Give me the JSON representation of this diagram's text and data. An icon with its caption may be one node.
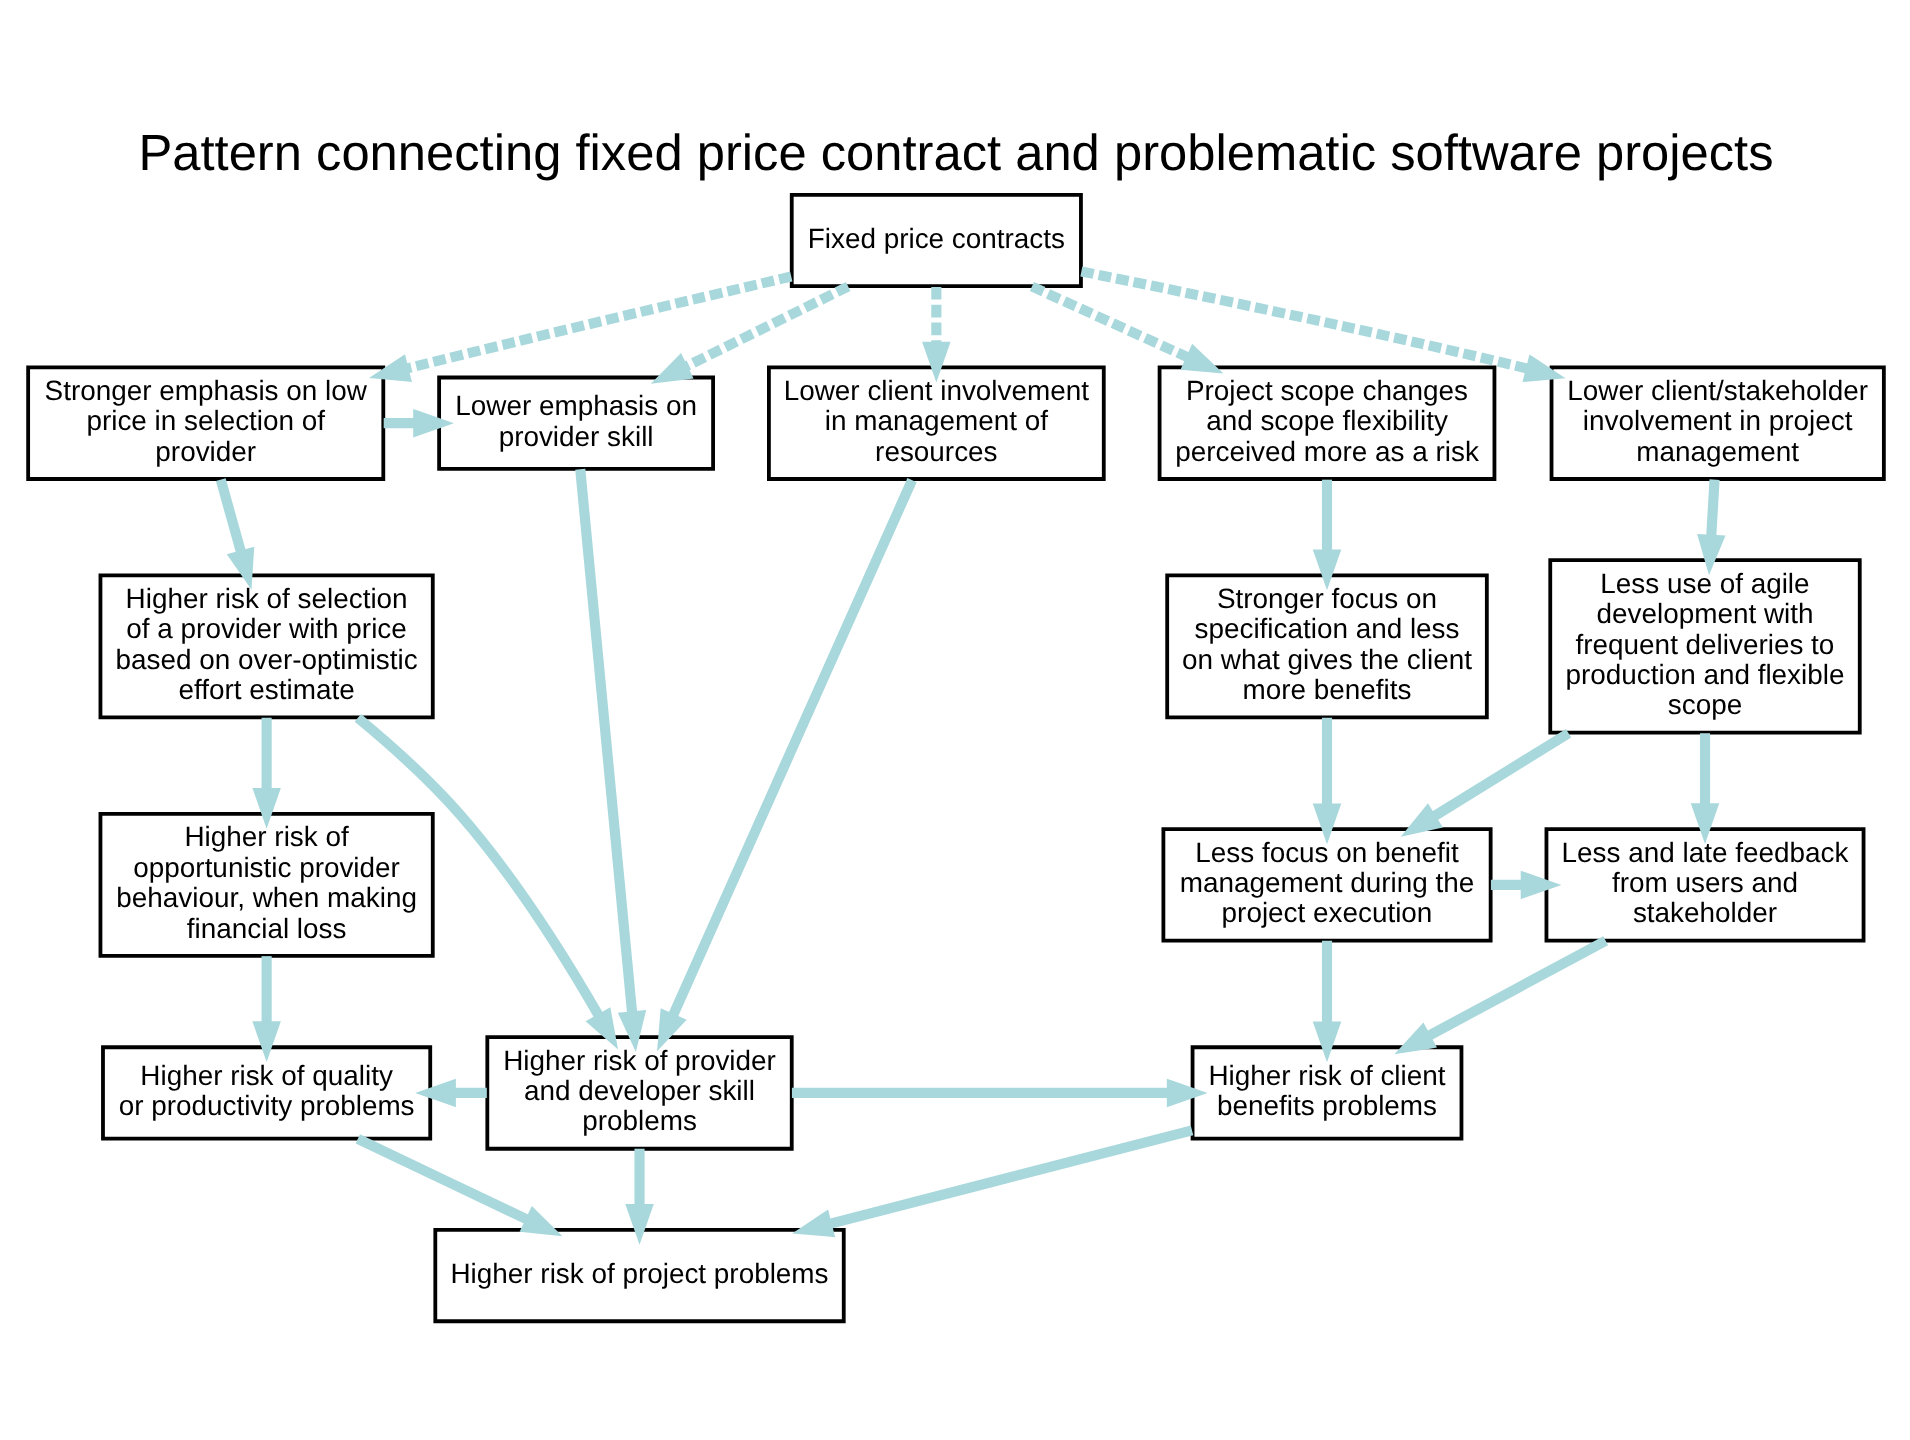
{
  "diagram": {
    "title": "Pattern connecting fixed price contract and problematic software projects",
    "nodes": [
      {
        "text": [
          "Fixed price contracts"
        ]
      },
      {
        "text": [
          "Stronger emphasis on low price in selection of provider"
        ]
      },
      {
        "text": [
          "Lower emphasis on provider skill"
        ]
      },
      {
        "text": [
          "Lower client involvement in management of resources"
        ]
      },
      {
        "text": [
          "Project scope changes and scope flexibility perceived more as a risk"
        ]
      },
      {
        "text": [
          "Lower client/stakeholder involvement in project management"
        ]
      },
      {
        "text": [
          "Higher risk of selection of a provider with price based on over-optimistic effort estimate"
        ]
      },
      {
        "text": [
          "Stronger focus on specification and less on what gives the client more benefits"
        ]
      },
      {
        "text": [
          "Less use of agile development with frequent deliveries to production and flexible scope"
        ]
      },
      {
        "text": [
          "Higher risk of opportunistic provider behaviour, when making financial loss"
        ]
      },
      {
        "text": [
          "Less focus on benefit management during the project execution"
        ]
      },
      {
        "text": [
          "Less and late feedback from users and stakeholder"
        ]
      },
      {
        "text": [
          "Higher risk of quality or productivity problems"
        ]
      },
      {
        "text": [
          "Higher risk of provider and developer skill problems"
        ]
      },
      {
        "text": [
          "Higher risk of client benefits problems"
        ]
      },
      {
        "text": [
          "Higher risk of project problems"
        ]
      }
    ],
    "edges": [
      {
        "from": 0,
        "to": 1,
        "arrow": "to",
        "style": "dashed"
      },
      {
        "from": 0,
        "to": 2,
        "arrow": "to",
        "style": "dashed"
      },
      {
        "from": 0,
        "to": 3,
        "arrow": "to",
        "style": "dashed"
      },
      {
        "from": 0,
        "to": 4,
        "arrow": "to",
        "style": "dashed"
      },
      {
        "from": 0,
        "to": 5,
        "arrow": "to",
        "style": "dashed"
      },
      {
        "from": 1,
        "to": 2,
        "arrow": "to"
      },
      {
        "from": 1,
        "to": 6,
        "arrow": "to"
      },
      {
        "from": 4,
        "to": 7,
        "arrow": "to"
      },
      {
        "from": 5,
        "to": 8,
        "arrow": "to"
      },
      {
        "from": 6,
        "to": 9,
        "arrow": "to"
      },
      {
        "from": 7,
        "to": 10,
        "arrow": "to"
      },
      {
        "from": 8,
        "to": 10,
        "arrow": "to"
      },
      {
        "from": 8,
        "to": 11,
        "arrow": "to"
      },
      {
        "from": 10,
        "to": 11,
        "arrow": "to"
      },
      {
        "from": 9,
        "to": 12,
        "arrow": "to"
      },
      {
        "from": 6,
        "to": 13,
        "arrow": "to"
      },
      {
        "from": 2,
        "to": 13,
        "arrow": "to"
      },
      {
        "from": 3,
        "to": 13,
        "arrow": "to"
      },
      {
        "from": 10,
        "to": 14,
        "arrow": "to"
      },
      {
        "from": 11,
        "to": 14,
        "arrow": "to"
      },
      {
        "from": 13,
        "to": 12,
        "arrow": "to"
      },
      {
        "from": 13,
        "to": 14,
        "arrow": "to"
      },
      {
        "from": 12,
        "to": 15,
        "arrow": "to"
      },
      {
        "from": 13,
        "to": 15,
        "arrow": "to"
      },
      {
        "from": 14,
        "to": 15,
        "arrow": "to"
      }
    ]
  }
}
